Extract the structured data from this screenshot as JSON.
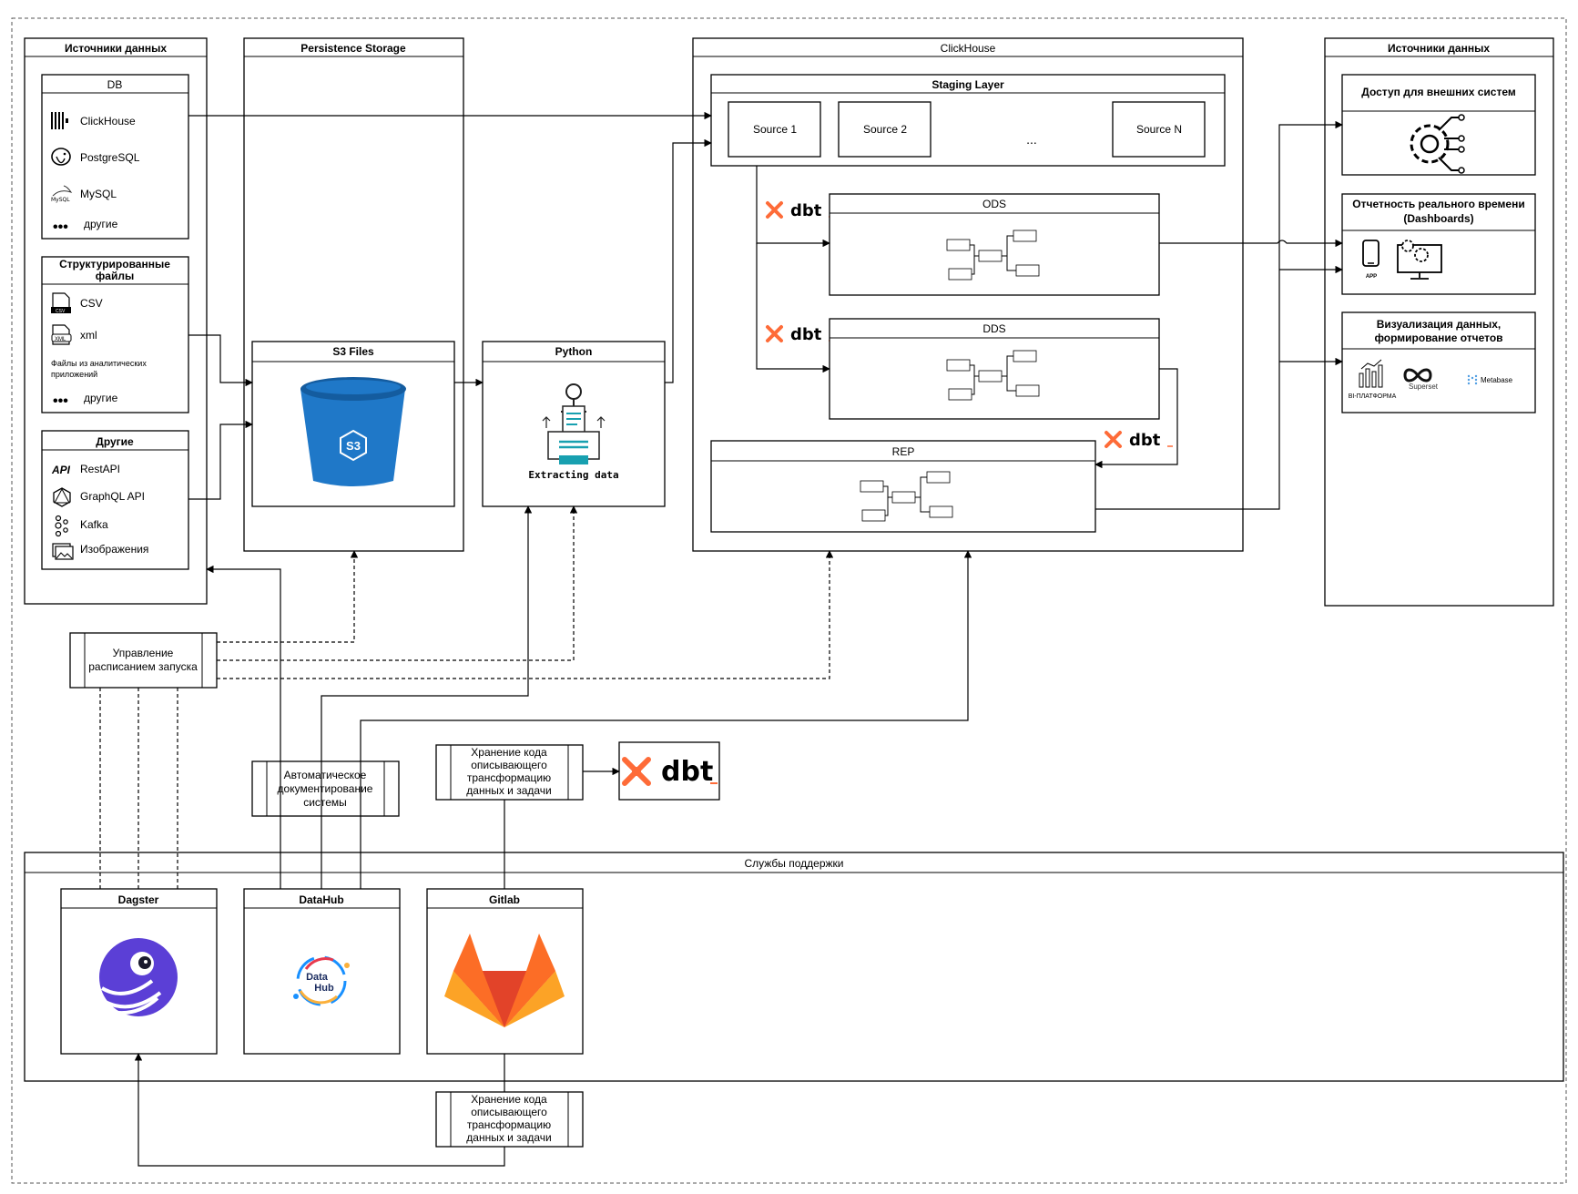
{
  "colors": {
    "dbt_orange": "#fe6b38",
    "s3_blue": "#1f78c8",
    "s3_dark": "#145c9f",
    "python_teal": "#18a0b0",
    "dagster_purple": "#5b3fd6",
    "gitlab_orange": "#fc6d26",
    "gitlab_red": "#e24329",
    "gitlab_yellow": "#fca326"
  },
  "sources": {
    "title": "Источники данных",
    "db": {
      "title": "DB",
      "items": [
        {
          "label": "ClickHouse",
          "icon": "clickhouse-icon"
        },
        {
          "label": "PostgreSQL",
          "icon": "postgresql-icon"
        },
        {
          "label": "MySQL",
          "icon": "mysql-icon"
        },
        {
          "label": "другие",
          "icon": "more-dots-icon"
        }
      ]
    },
    "files": {
      "title_line1": "Структурированные",
      "title_line2": "файлы",
      "items": [
        {
          "label": "CSV",
          "icon": "csv-icon"
        },
        {
          "label": "xml",
          "icon": "xml-icon"
        }
      ],
      "note_line1": "Файлы из аналитических",
      "note_line2": "приложений",
      "other": "другие"
    },
    "other": {
      "title": "Другие",
      "items": [
        {
          "label": "RestAPI",
          "icon": "api-icon"
        },
        {
          "label": "GraphQL API",
          "icon": "graphql-icon"
        },
        {
          "label": "Kafka",
          "icon": "kafka-icon"
        },
        {
          "label": "Изображения",
          "icon": "images-icon"
        }
      ]
    }
  },
  "persistence": {
    "title": "Persistence Storage",
    "s3": {
      "title": "S3 Files",
      "badge": "S3"
    }
  },
  "python": {
    "title": "Python",
    "caption": "Extracting data"
  },
  "clickhouse": {
    "title": "ClickHouse",
    "staging": {
      "title": "Staging Layer",
      "sources": [
        "Source 1",
        "Source 2",
        "Source N"
      ],
      "ellipsis": "..."
    },
    "ods": {
      "title": "ODS"
    },
    "dds": {
      "title": "DDS"
    },
    "rep": {
      "title": "REP"
    },
    "dbt_label": "dbt"
  },
  "consumers": {
    "title": "Источники данных",
    "external": {
      "title": "Доступ для внешних систем"
    },
    "realtime": {
      "title_line1": "Отчетность реального времени",
      "title_line2": "(Dashboards)",
      "app_label": "APP"
    },
    "viz": {
      "title_line1": "Визуализация данных,",
      "title_line2": "формирование отчетов",
      "bi_label": "BI-ПЛАТФОРМА",
      "superset_label": "Superset",
      "metabase_label": "Metabase"
    }
  },
  "scheduling": {
    "line1": "Управление",
    "line2": "расписанием  запуска"
  },
  "auto_doc": {
    "line1": "Автоматическое",
    "line2": "документирование",
    "line3": "системы"
  },
  "code_storage_top": {
    "line1": "Хранение кода",
    "line2": "описывающего",
    "line3": "трансформацию",
    "line4": "данных и задачи"
  },
  "dbt_logo": {
    "label": "dbt"
  },
  "support": {
    "title": "Службы поддержки",
    "dagster": {
      "title": "Dagster"
    },
    "datahub": {
      "title": "DataHub",
      "logo_line1": "Data",
      "logo_line2": "Hub"
    },
    "gitlab": {
      "title": "Gitlab"
    }
  },
  "code_storage_bottom": {
    "line1": "Хранение кода",
    "line2": "описывающего",
    "line3": "трансформацию",
    "line4": "данных и задачи"
  }
}
